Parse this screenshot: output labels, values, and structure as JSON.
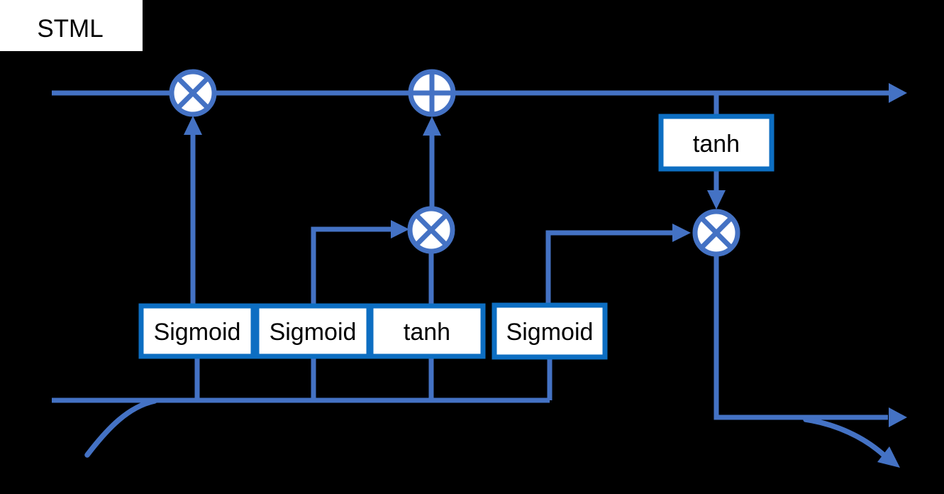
{
  "colors": {
    "background": "#000000",
    "flow-line": "#4472C4",
    "box-border": "#0D6EC2",
    "box-fill": "#FFFFFF",
    "node-fill": "#FFFFFF",
    "label-color": "#000000",
    "title-bg": "#FFFFFF",
    "title-color": "#000000"
  },
  "title": {
    "label": "STML"
  },
  "gates": [
    {
      "label": "Sigmoid"
    },
    {
      "label": "Sigmoid"
    },
    {
      "label": "tanh"
    },
    {
      "label": "Sigmoid"
    },
    {
      "label": "tanh"
    }
  ],
  "operators": [
    {
      "name": "forget-multiply",
      "symbol": "⊗"
    },
    {
      "name": "cell-add",
      "symbol": "⊕"
    },
    {
      "name": "input-multiply",
      "symbol": "⊗"
    },
    {
      "name": "output-multiply",
      "symbol": "⊗"
    }
  ]
}
